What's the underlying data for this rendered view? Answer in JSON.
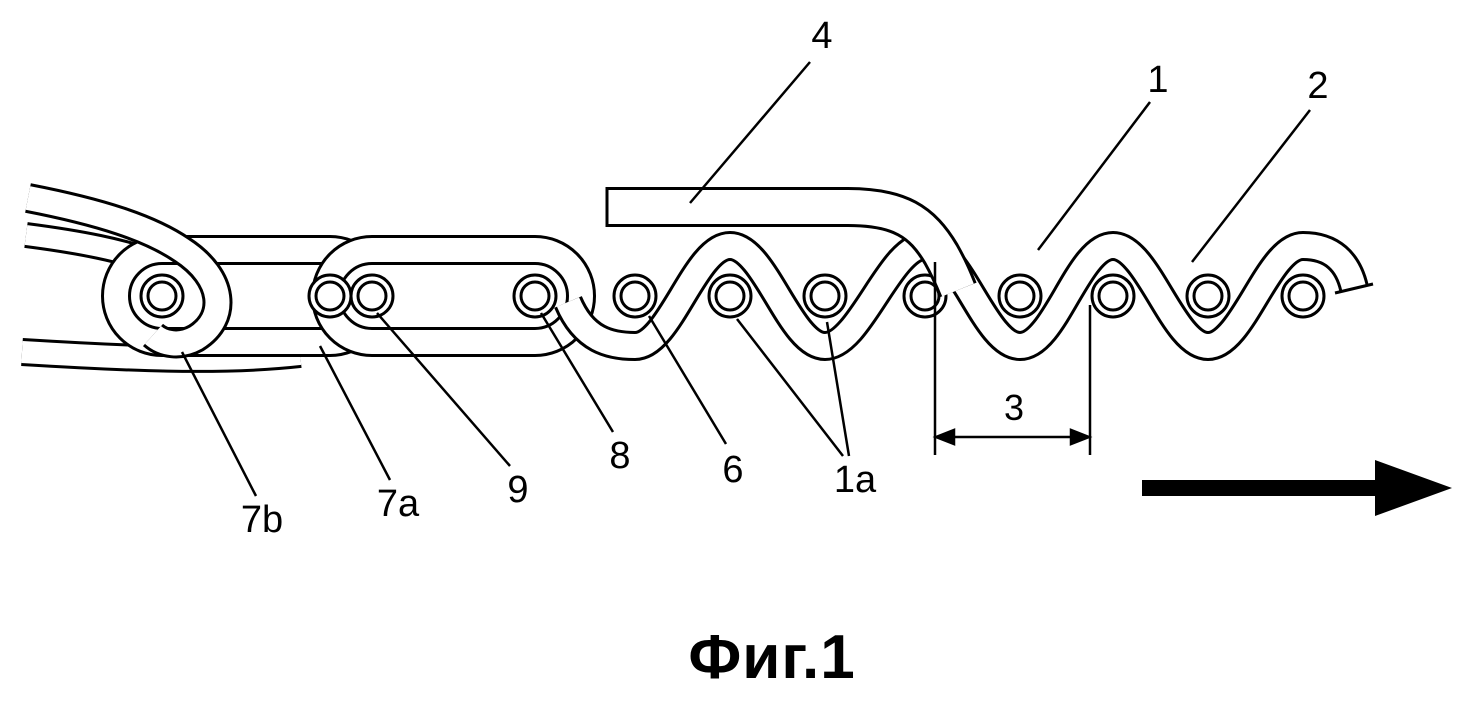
{
  "figure": {
    "caption": "Фиг.1",
    "labels": {
      "n4": "4",
      "n1": "1",
      "n2": "2",
      "n7b": "7b",
      "n7a": "7a",
      "n9": "9",
      "n8": "8",
      "n6": "6",
      "n1a": "1a",
      "n3": "3"
    },
    "colors": {
      "line": "#000000",
      "background": "#ffffff"
    }
  }
}
